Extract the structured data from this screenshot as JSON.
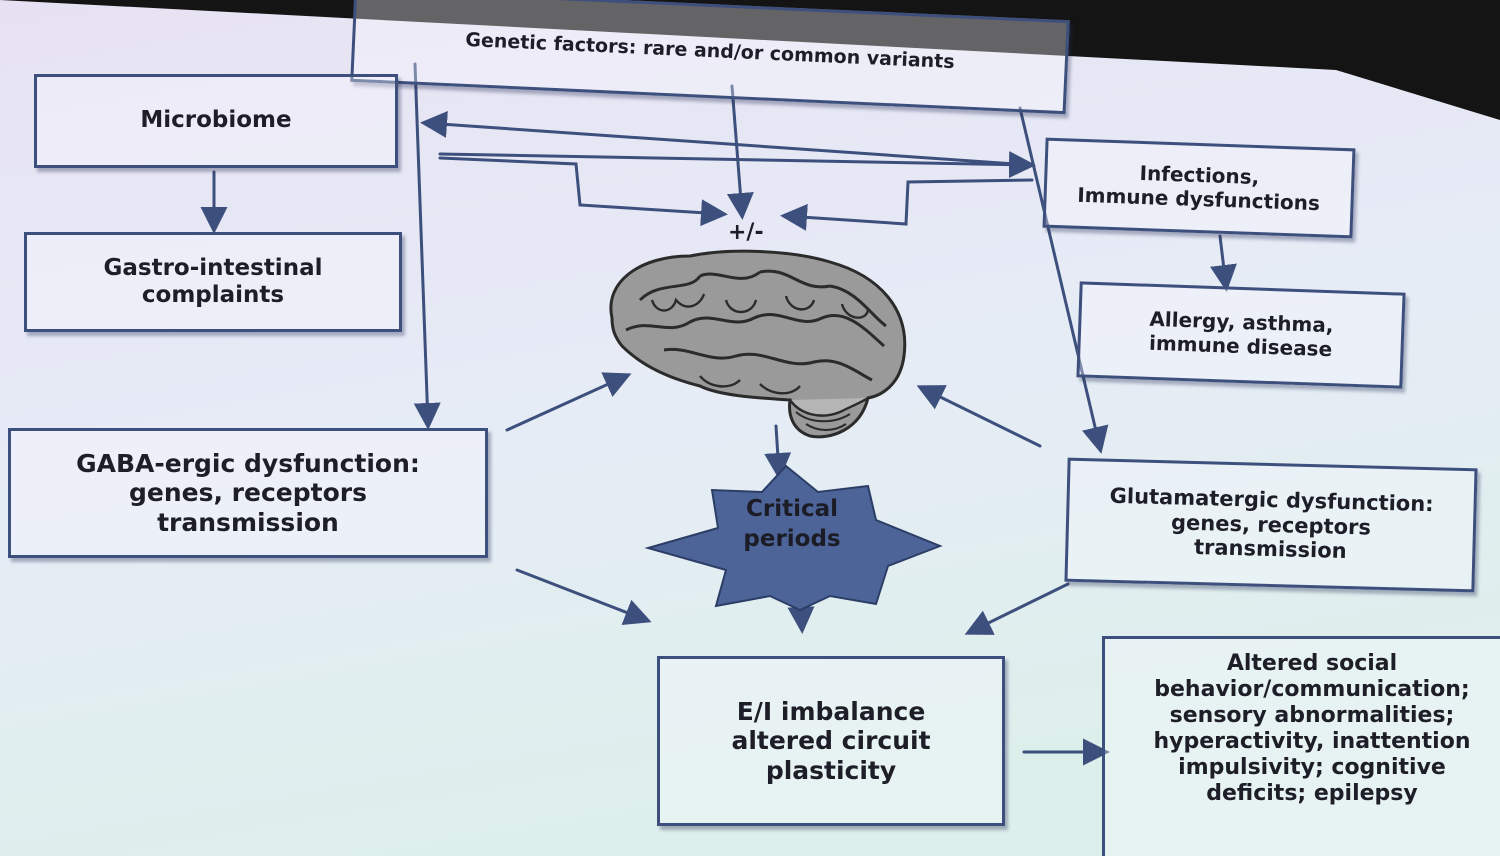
{
  "colors": {
    "box_border": "#3d4f7c",
    "arrow": "#3d4f7c",
    "star_fill": "#4c6498",
    "slide_background": "#e4e8f6",
    "surround": "#141414"
  },
  "diagram": {
    "genetic": {
      "line1": "Genetic factors: rare and/or common variants"
    },
    "microbiome": {
      "line1": "Microbiome"
    },
    "gastro": {
      "line1": "Gastro-intestinal",
      "line2": "complaints"
    },
    "infections": {
      "line1": "Infections,",
      "line2": "Immune dysfunctions"
    },
    "allergy": {
      "line1": "Allergy, asthma,",
      "line2": "immune disease"
    },
    "gaba": {
      "line1": "GABA-ergic dysfunction:",
      "line2": "genes, receptors",
      "line3": "transmission"
    },
    "glutamate": {
      "line1": "Glutamatergic dysfunction:",
      "line2": "genes, receptors",
      "line3": "transmission"
    },
    "ei": {
      "line1": "E/I imbalance",
      "line2": "altered circuit",
      "line3": "plasticity"
    },
    "outcomes": {
      "line1": "Altered social",
      "line2": "behavior/communication;",
      "line3": "sensory abnormalities;",
      "line4": "hyperactivity, inattention",
      "line5": "impulsivity; cognitive",
      "line6": "deficits; epilepsy"
    },
    "plus_minus": "+/-",
    "critical": {
      "line1": "Critical",
      "line2": "periods"
    },
    "brain_icon": "brain-illustration"
  }
}
